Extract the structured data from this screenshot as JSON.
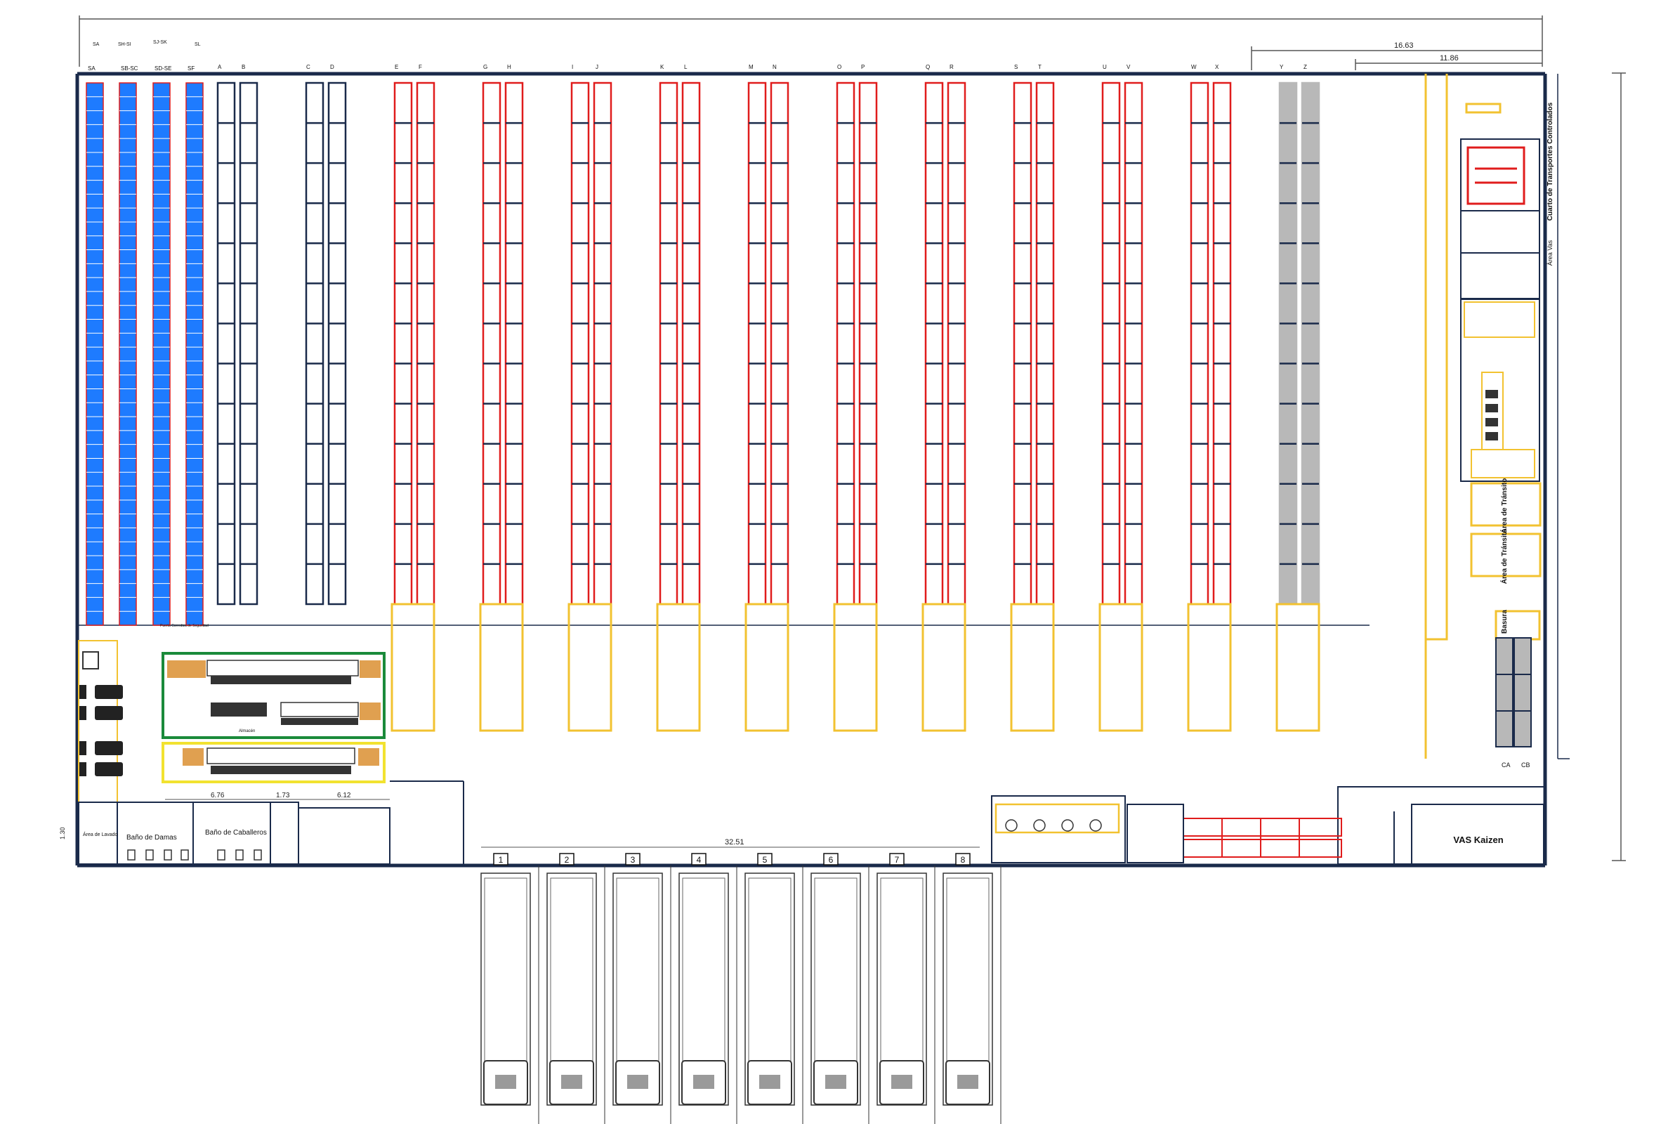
{
  "colors": {
    "wall": "#1a2a4a",
    "rack_blue": "#1e7bff",
    "rack_red": "#e01c1c",
    "rack_navy": "#1a2a4a",
    "rack_gray": "#b8b8b8",
    "staging_yellow": "#f2c230",
    "zone_green": "#1a8a3a",
    "pallet_wood": "#e0a050"
  },
  "dimensions": {
    "top_a": "16.63",
    "top_b": "11.86",
    "dock_width": "32.51",
    "office_a": "6.76",
    "office_b": "1.73",
    "office_c": "6.12",
    "left_height": "1.30"
  },
  "aisles": [
    {
      "lead": "",
      "labels": [
        "SA"
      ],
      "color": "blue"
    },
    {
      "lead": "",
      "labels": [
        "SB-SC"
      ],
      "color": "blue"
    },
    {
      "lead": "",
      "labels": [
        "SD-SE"
      ],
      "color": "blue"
    },
    {
      "lead": "",
      "labels": [
        "SF"
      ],
      "color": "blue"
    },
    {
      "lead": "A",
      "labels": [
        "B"
      ],
      "color": "navy"
    },
    {
      "lead": "C",
      "labels": [
        "D"
      ],
      "color": "navy"
    },
    {
      "lead": "E",
      "labels": [
        "F"
      ],
      "color": "red"
    },
    {
      "lead": "G",
      "labels": [
        "H"
      ],
      "color": "red"
    },
    {
      "lead": "I",
      "labels": [
        "J"
      ],
      "color": "red"
    },
    {
      "lead": "K",
      "labels": [
        "L"
      ],
      "color": "red"
    },
    {
      "lead": "M",
      "labels": [
        "N"
      ],
      "color": "red"
    },
    {
      "lead": "O",
      "labels": [
        "P"
      ],
      "color": "red"
    },
    {
      "lead": "Q",
      "labels": [
        "R"
      ],
      "color": "red"
    },
    {
      "lead": "S",
      "labels": [
        "T"
      ],
      "color": "red"
    },
    {
      "lead": "U",
      "labels": [
        "V"
      ],
      "color": "red"
    },
    {
      "lead": "W",
      "labels": [
        "X"
      ],
      "color": "red"
    },
    {
      "lead": "Y",
      "labels": [
        "Z"
      ],
      "color": "gray"
    }
  ],
  "top_codes": {
    "sa_top": "SA",
    "sb_top": "SH-SI",
    "sd_top": "SJ-SK",
    "sf_top": "SL"
  },
  "docks": [
    "1",
    "2",
    "3",
    "4",
    "5",
    "6",
    "7",
    "8"
  ],
  "rooms": {
    "bano_damas": "Baño de Damas",
    "bano_caballeros": "Baño de Caballeros",
    "area_lavado": "Área de Lavado",
    "almacen": "Almacén",
    "vas_kaizen": "VAS Kaizen",
    "area_transito_1": "Área de Tránsito",
    "area_transito_2": "Área de Tránsito",
    "basura": "Basura",
    "cuarto_transp": "Cuarto de Transportes Controlados",
    "area_vas": "Área Vas",
    "puerta": "Puerta Corrediza de Seguridad",
    "ca": "CA",
    "cb": "CB"
  }
}
